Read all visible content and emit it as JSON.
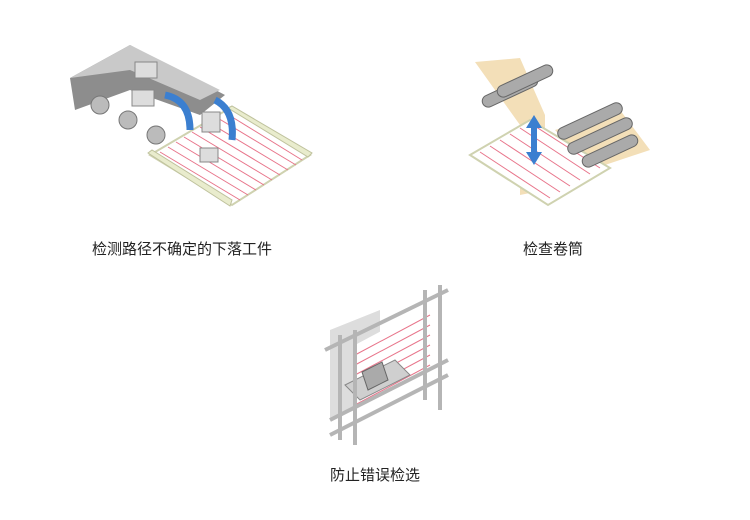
{
  "captions": {
    "falling_workpieces": "检测路径不确定的下落工件",
    "roll_inspection": "检查卷筒",
    "picking_error_prevention": "防止错误检选"
  },
  "colors": {
    "beam": "#e8748a",
    "frame": "#e9eccd",
    "arrow": "#3b7fd0",
    "paper": "#f3dfb8",
    "metal": "#9a9a9a"
  }
}
